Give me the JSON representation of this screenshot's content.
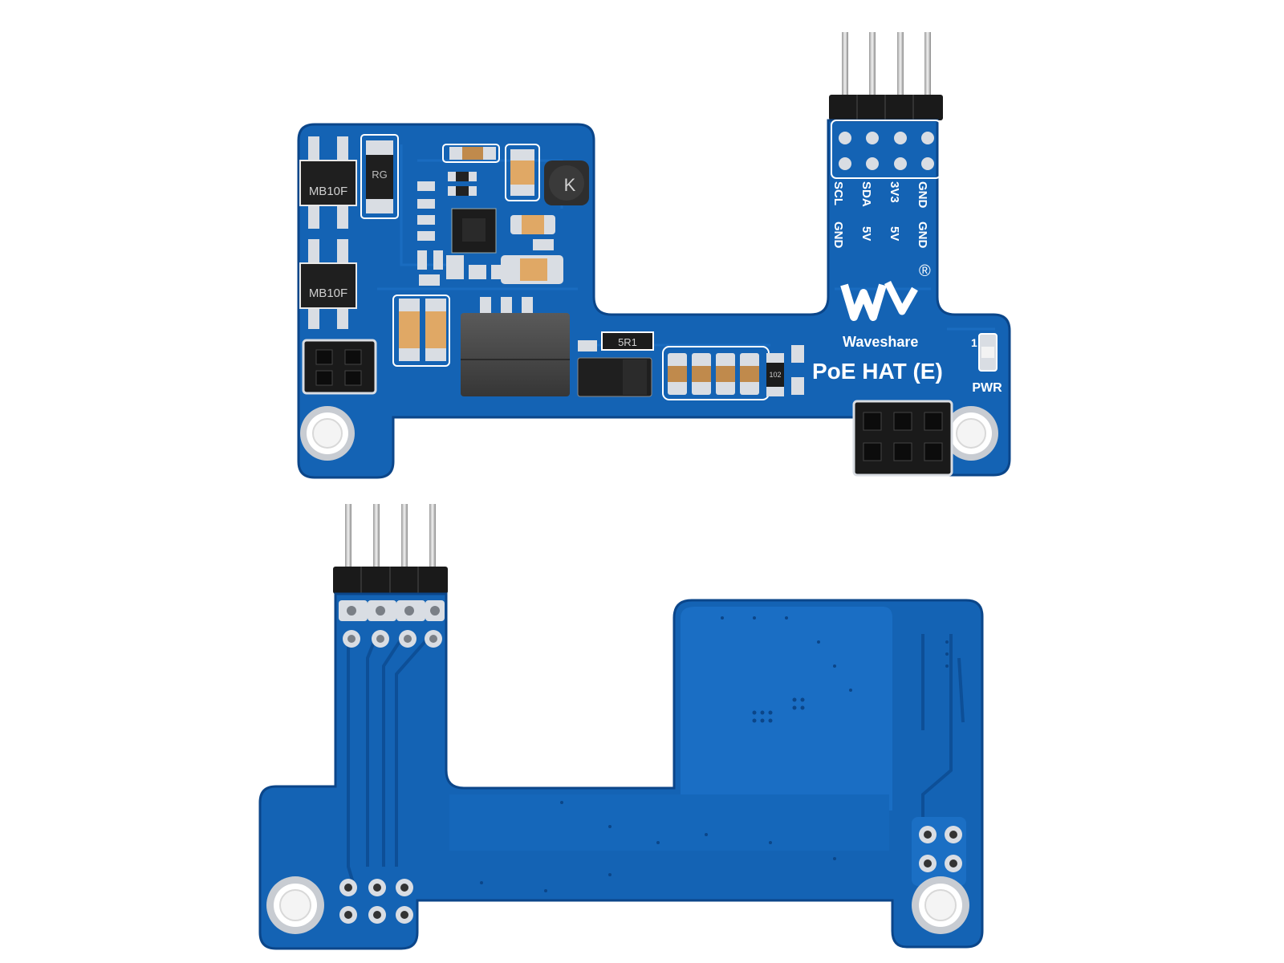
{
  "product": {
    "name": "PoE HAT (E)",
    "brand": "Waveshare",
    "registered_mark": "®",
    "power_led_label": "PWR"
  },
  "header_pins": {
    "row_top": [
      "SCL",
      "SDA",
      "3V3",
      "GND"
    ],
    "row_bottom": [
      "GND",
      "5V",
      "5V",
      "GND"
    ]
  },
  "components": {
    "bridge_rectifier_1": "MB10F",
    "bridge_rectifier_2": "MB10F",
    "diode": "RG",
    "inductor_mark": "K",
    "resistor_5r1": "5R1",
    "resistor_102": "102",
    "small_102": "102",
    "small_5r1": "5R1",
    "pin_one_mark": "1"
  },
  "colors": {
    "pcb_blue": "#1463b4",
    "pcb_blue_dark": "#0d4f97",
    "pcb_edge": "#0b468a",
    "silkscreen": "#ffffff",
    "pad_silver": "#d9dde3",
    "connector_black": "#1a1a1a",
    "tantalum_orange": "#e0a865",
    "inductor_grey": "#4a4a4a",
    "background": "#ffffff"
  }
}
